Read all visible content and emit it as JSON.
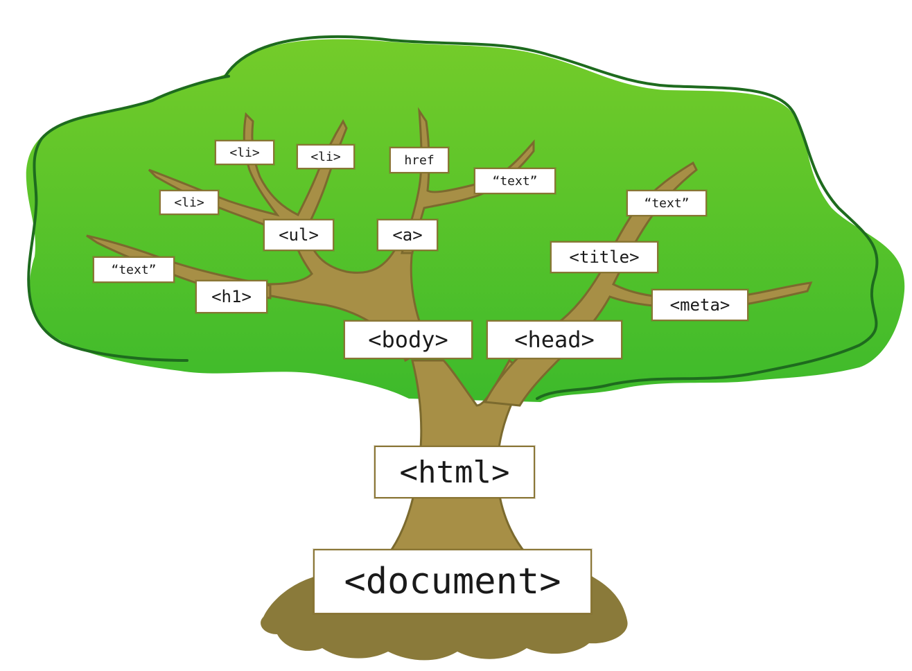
{
  "colors": {
    "canopy_light": "#6fcd2b",
    "canopy_dark": "#3fb82a",
    "canopy_outline": "#1e6b1e",
    "bark": "#a78f46",
    "bark_dark": "#7b6a2e",
    "ground": "#8a7a3a",
    "label_bg": "#ffffff",
    "label_border": "#8a7636"
  },
  "nodes": {
    "document": "<document>",
    "html": "<html>",
    "body": "<body>",
    "head": "<head>",
    "h1": "<h1>",
    "h1_text": "“text”",
    "ul": "<ul>",
    "li_1": "<li>",
    "li_2": "<li>",
    "li_3": "<li>",
    "a": "<a>",
    "href": "href",
    "a_text": "“text”",
    "title": "<title>",
    "title_text": "“text”",
    "meta": "<meta>"
  }
}
